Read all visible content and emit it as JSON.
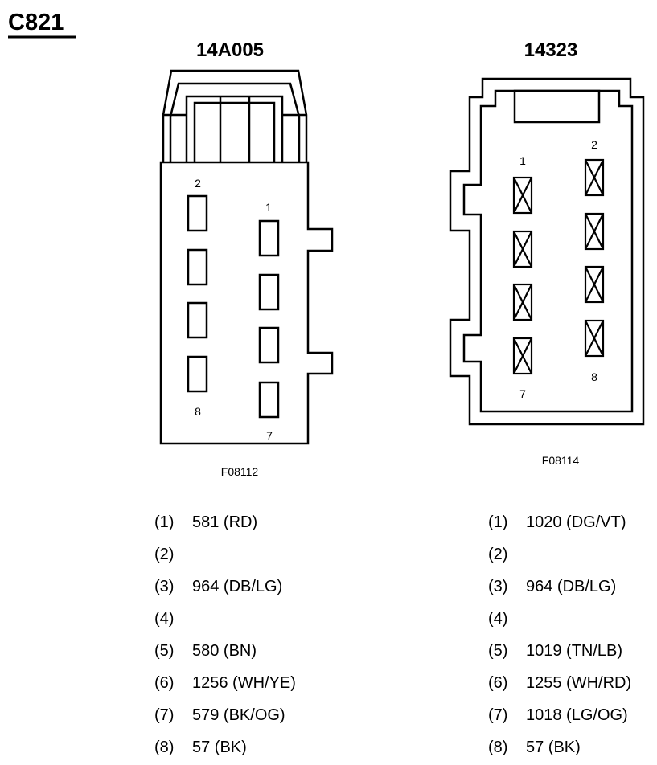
{
  "title": "C821",
  "connectors": [
    {
      "part_number": "14A005",
      "figure_code": "F08112",
      "cavity_labels": {
        "pin1": "1",
        "pin2": "2",
        "pin7": "7",
        "pin8": "8"
      },
      "pinout": [
        {
          "num": "(1)",
          "wire": "581 (RD)"
        },
        {
          "num": "(2)",
          "wire": ""
        },
        {
          "num": "(3)",
          "wire": "964 (DB/LG)"
        },
        {
          "num": "(4)",
          "wire": ""
        },
        {
          "num": "(5)",
          "wire": "580 (BN)"
        },
        {
          "num": "(6)",
          "wire": "1256 (WH/YE)"
        },
        {
          "num": "(7)",
          "wire": "579 (BK/OG)"
        },
        {
          "num": "(8)",
          "wire": "57 (BK)"
        }
      ]
    },
    {
      "part_number": "14323",
      "figure_code": "F08114",
      "cavity_labels": {
        "pin1": "1",
        "pin2": "2",
        "pin7": "7",
        "pin8": "8"
      },
      "pinout": [
        {
          "num": "(1)",
          "wire": "1020 (DG/VT)"
        },
        {
          "num": "(2)",
          "wire": ""
        },
        {
          "num": "(3)",
          "wire": "964 (DB/LG)"
        },
        {
          "num": "(4)",
          "wire": ""
        },
        {
          "num": "(5)",
          "wire": "1019 (TN/LB)"
        },
        {
          "num": "(6)",
          "wire": "1255 (WH/RD)"
        },
        {
          "num": "(7)",
          "wire": "1018 (LG/OG)"
        },
        {
          "num": "(8)",
          "wire": "57 (BK)"
        }
      ]
    }
  ]
}
